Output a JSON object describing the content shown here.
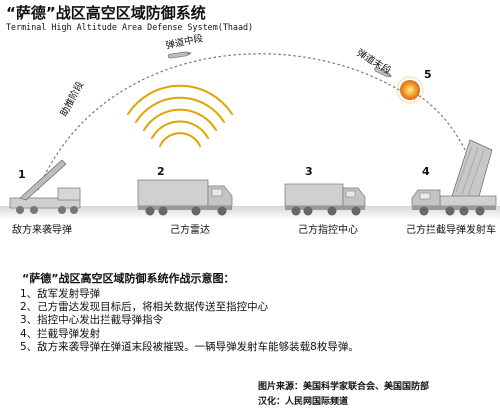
{
  "header": {
    "title": "“萨德”战区高空区域防御系统",
    "subtitle": "Terminal High Altitude Area Defense System(Thaad)"
  },
  "phases": {
    "boost": "助推阶段",
    "midcourse": "弹道中段",
    "terminal": "弹道末段"
  },
  "stages": [
    {
      "number": "1",
      "label": "敌方来袭导弹"
    },
    {
      "number": "2",
      "label": "己方雷达"
    },
    {
      "number": "3",
      "label": "己方指控中心"
    },
    {
      "number": "4",
      "label": "己方拦截导弹发射车"
    }
  ],
  "intercept_number": "5",
  "description": {
    "title": "“萨德”战区高空区域防御系统作战示意图：",
    "items": [
      "1、敌军发射导弹",
      "2、己方雷达发现目标后，将相关数据传送至指控中心",
      "3、指控中心发出拦截导弹指令",
      "4、拦截导弹发射",
      "5、敌方来袭导弹在弹道末段被摧毁。一辆导弹发射车能够装载8枚导弹。"
    ]
  },
  "credits": {
    "source": "图片来源：美国科学家联合会、美国国防部",
    "translation": "汉化：人民网国际频道"
  },
  "colors": {
    "text": "#111111",
    "vehicle": "#c9c9c9",
    "explosion": "#f39a1e",
    "radar_wave": "#e0a300"
  }
}
